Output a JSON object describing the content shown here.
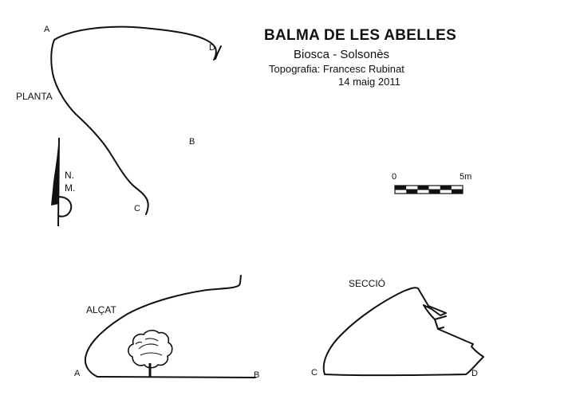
{
  "header": {
    "title": "BALMA DE LES ABELLES",
    "location": "Biosca - Solsonès",
    "surveyor": "Topografia: Francesc Rubinat",
    "date": "14 maig 2011"
  },
  "plan": {
    "label": "PLANTA",
    "points": {
      "a": "A",
      "b": "B",
      "c": "C",
      "d": "D"
    },
    "north": {
      "line1": "N.",
      "line2": "M."
    }
  },
  "scale_bar": {
    "start": "0",
    "end": "5m",
    "segments": 6
  },
  "elevation": {
    "label": "ALÇAT",
    "points": {
      "a": "A",
      "b": "B"
    }
  },
  "section": {
    "label": "SECCIÓ",
    "points": {
      "c": "C",
      "d": "D"
    }
  },
  "colors": {
    "ink": "#111111",
    "background": "#ffffff"
  }
}
